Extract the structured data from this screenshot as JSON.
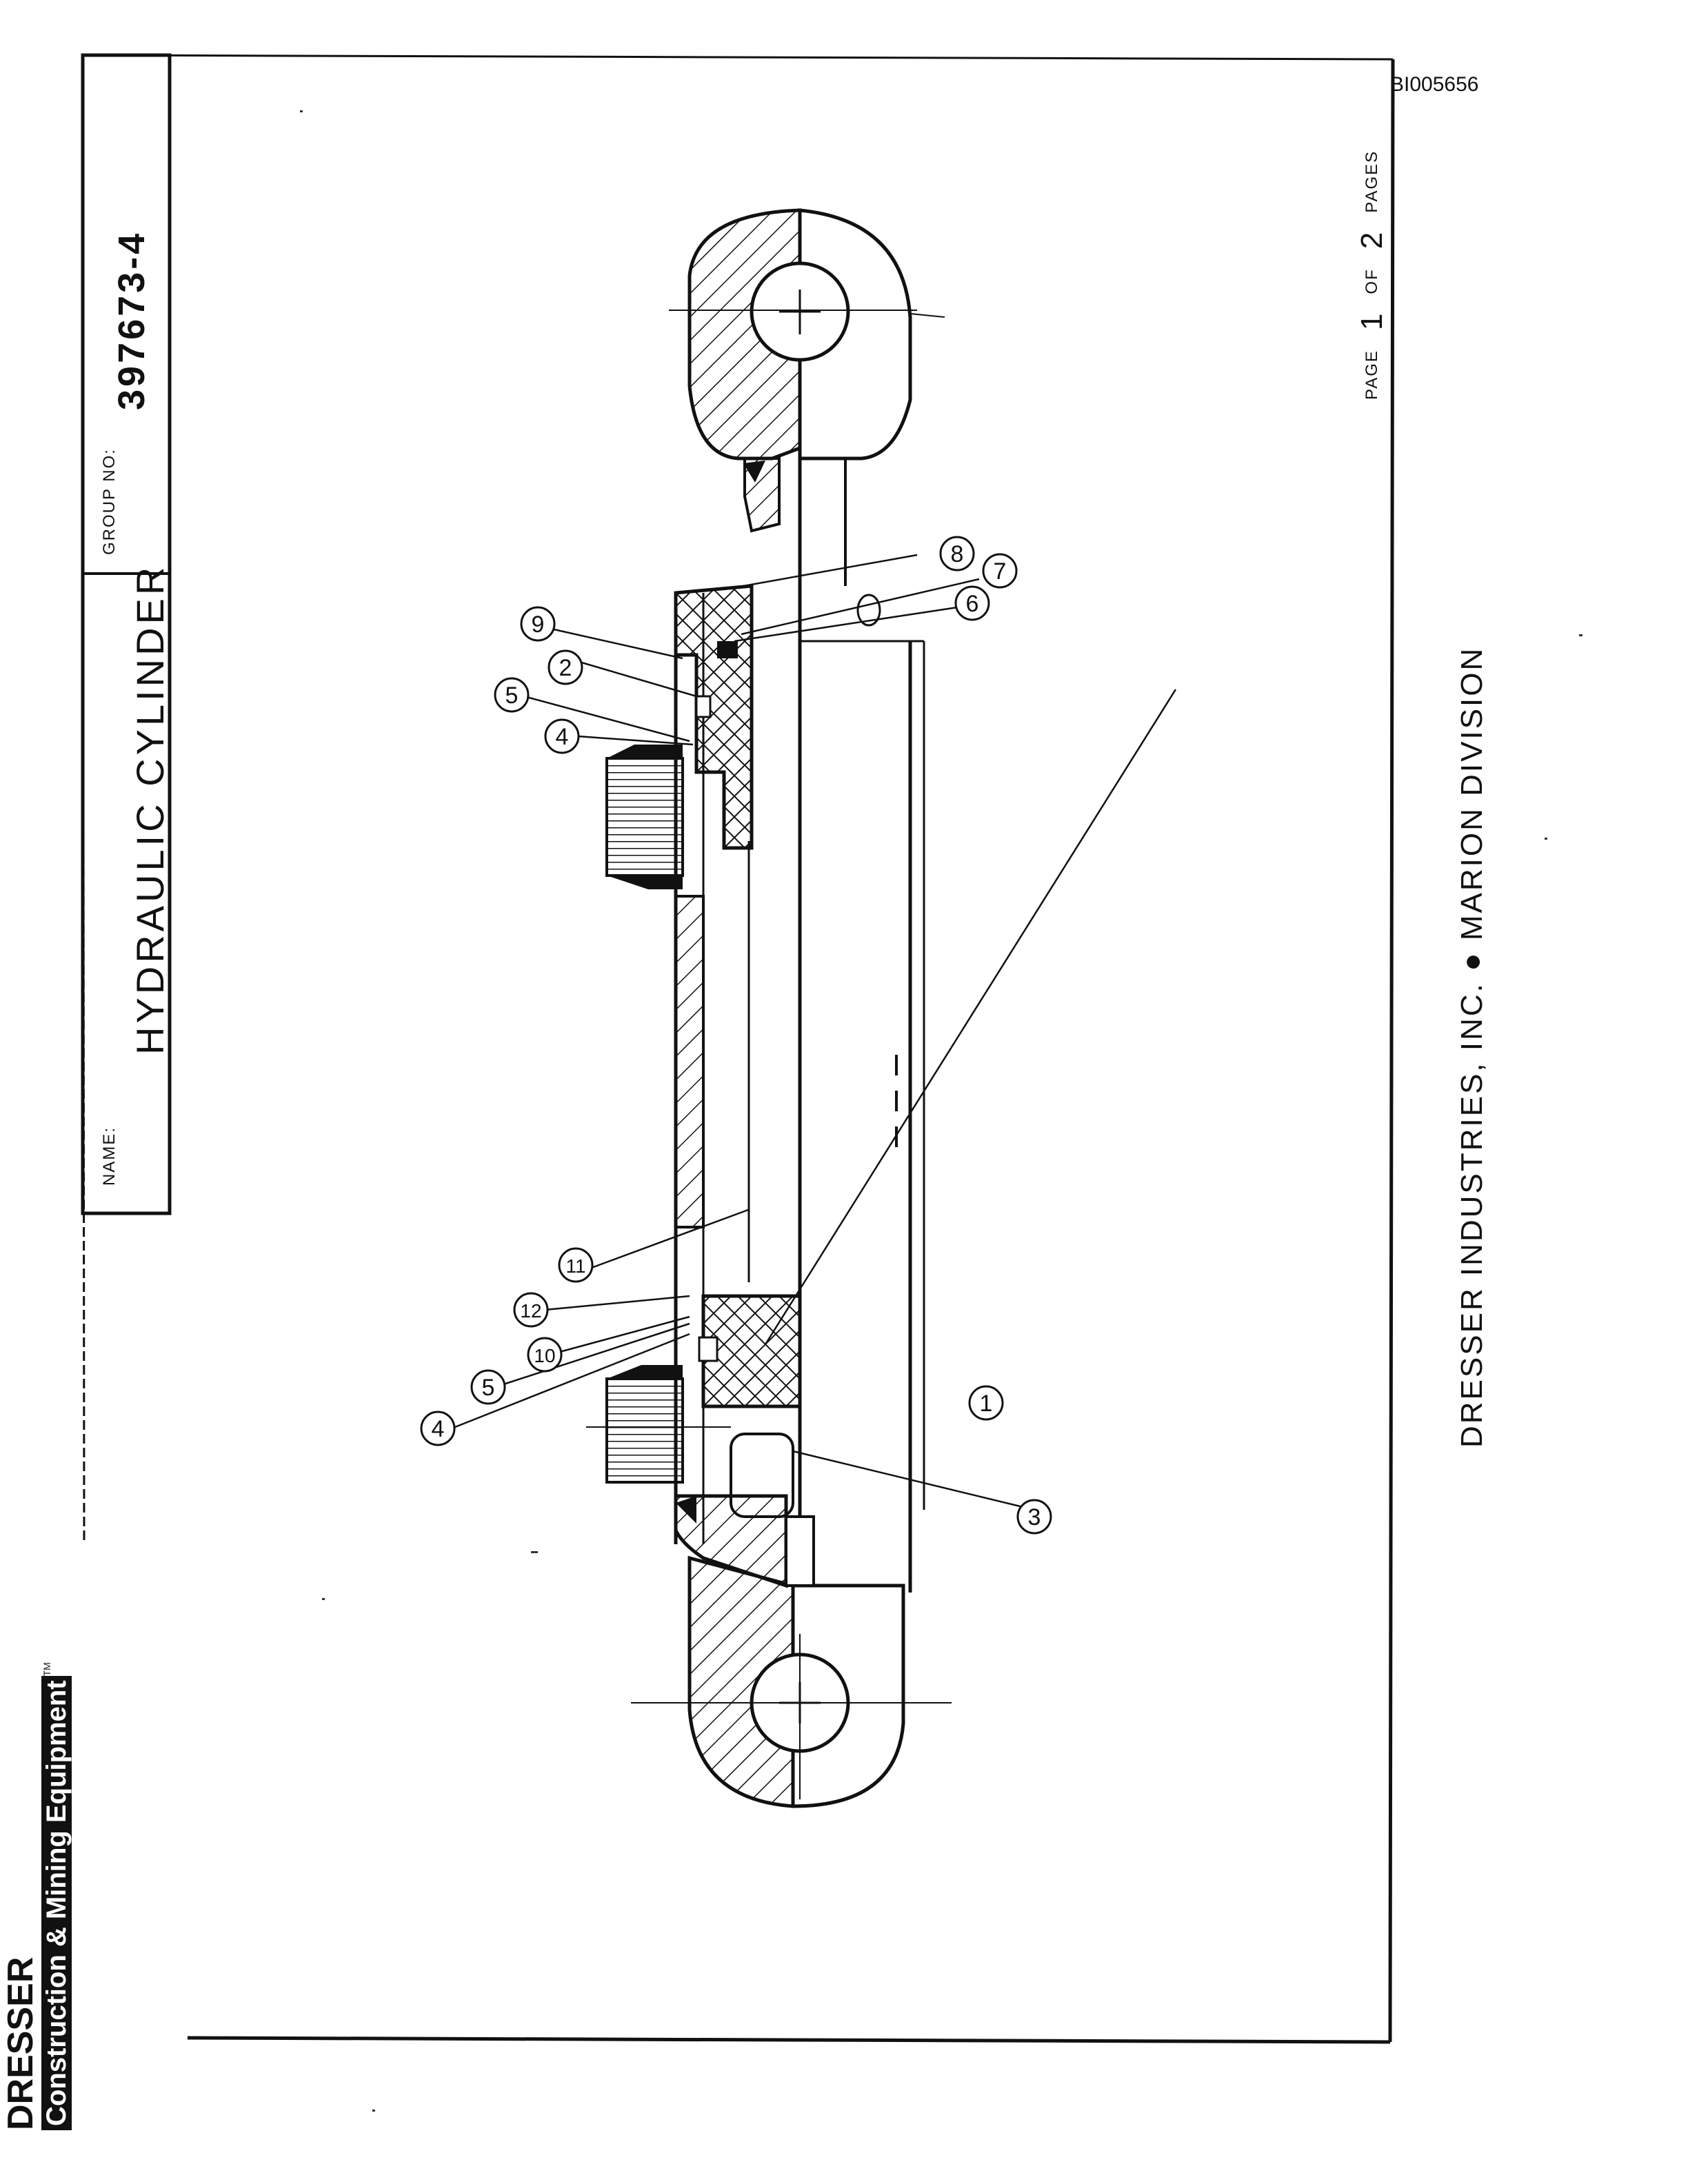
{
  "doc_id": "BI005656",
  "brand": {
    "name": "DRESSER",
    "tagline": "Construction & Mining Equipment",
    "tm": "TM"
  },
  "title_block": {
    "name_label": "NAME:",
    "name_value": "HYDRAULIC CYLINDER",
    "group_label": "GROUP NO:",
    "group_value": "397673-4"
  },
  "footer": {
    "company": "DRESSER INDUSTRIES, INC. ● MARION DIVISION",
    "page_label": "PAGE",
    "page_number": "1",
    "of_label": "OF",
    "total_pages": "2",
    "pages_label": "PAGES"
  },
  "callouts": [
    {
      "id": "c1",
      "label": "1"
    },
    {
      "id": "c2",
      "label": "2"
    },
    {
      "id": "c3",
      "label": "3"
    },
    {
      "id": "c4a",
      "label": "4"
    },
    {
      "id": "c4b",
      "label": "4"
    },
    {
      "id": "c5a",
      "label": "5"
    },
    {
      "id": "c5b",
      "label": "5"
    },
    {
      "id": "c6",
      "label": "6"
    },
    {
      "id": "c7",
      "label": "7"
    },
    {
      "id": "c8",
      "label": "8"
    },
    {
      "id": "c9",
      "label": "9"
    },
    {
      "id": "c10",
      "label": "10"
    },
    {
      "id": "c11",
      "label": "11"
    },
    {
      "id": "c12",
      "label": "12"
    }
  ]
}
